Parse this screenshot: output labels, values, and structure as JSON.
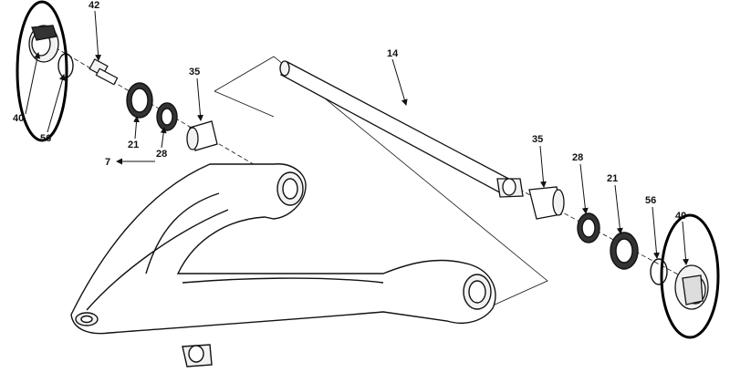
{
  "diagram": {
    "parts": {
      "p40_left": "40",
      "p42": "42",
      "p56_left": "56",
      "p21_left": "21",
      "p28_left": "28",
      "p35_left": "35",
      "p7": "7",
      "p14": "14",
      "p35_right": "35",
      "p28_right": "28",
      "p21_right": "21",
      "p56_right": "56",
      "p40_right": "40"
    },
    "colors": {
      "line": "#111111",
      "background": "#ffffff",
      "part_fill": "#f2f2f2",
      "dark_fill": "#333333"
    }
  }
}
